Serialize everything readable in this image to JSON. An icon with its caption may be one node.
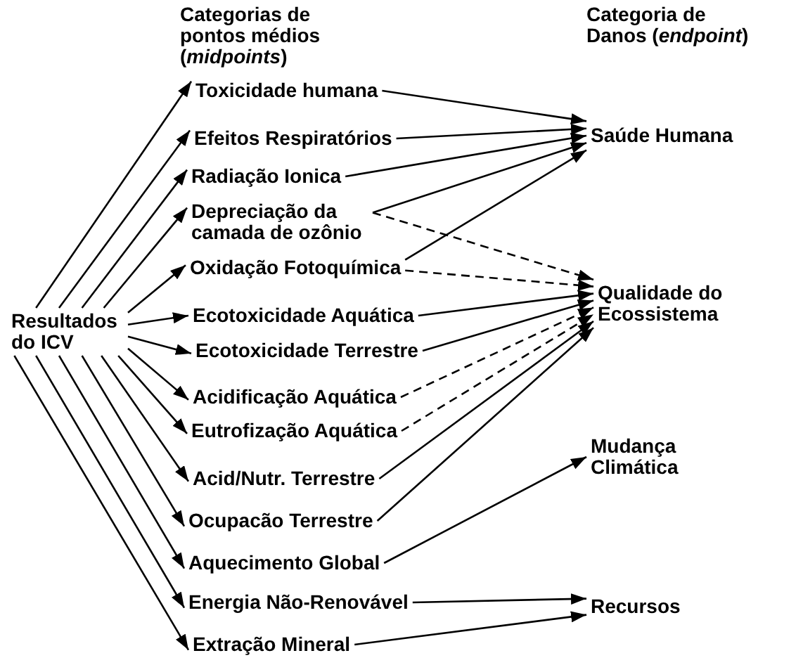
{
  "diagram": {
    "nodes": [
      {
        "text": [
          "Resultados do ICV"
        ]
      },
      {
        "text": [
          "Toxicidade humana"
        ]
      },
      {
        "text": [
          "Efeitos Respiratórios"
        ]
      },
      {
        "text": [
          "Radiação Ionica"
        ]
      },
      {
        "text": [
          "Depreciação da camada de ozônio"
        ]
      },
      {
        "text": [
          "Oxidação Fotoquímica"
        ]
      },
      {
        "text": [
          "Ecotoxicidade Aquática"
        ]
      },
      {
        "text": [
          "Ecotoxicidade Terrestre"
        ]
      },
      {
        "text": [
          "Acidificação Aquática"
        ]
      },
      {
        "text": [
          "Eutrofização Aquática"
        ]
      },
      {
        "text": [
          "Acid/Nutr. Terrestre"
        ]
      },
      {
        "text": [
          "Ocupacão Terrestre"
        ]
      },
      {
        "text": [
          "Aquecimento Global"
        ]
      },
      {
        "text": [
          "Energia Não-Renovável"
        ]
      },
      {
        "text": [
          "Extração Mineral"
        ]
      },
      {
        "text": [
          "Saúde Humana"
        ]
      },
      {
        "text": [
          "Qualidade do Ecossistema"
        ]
      },
      {
        "text": [
          "Mudança Climática"
        ]
      },
      {
        "text": [
          "Recursos"
        ]
      }
    ],
    "edges": [
      {
        "from": 0,
        "to": 1,
        "arrow": "to"
      },
      {
        "from": 0,
        "to": 2,
        "arrow": "to"
      },
      {
        "from": 0,
        "to": 3,
        "arrow": "to"
      },
      {
        "from": 0,
        "to": 4,
        "arrow": "to"
      },
      {
        "from": 0,
        "to": 5,
        "arrow": "to"
      },
      {
        "from": 0,
        "to": 6,
        "arrow": "to"
      },
      {
        "from": 0,
        "to": 7,
        "arrow": "to"
      },
      {
        "from": 0,
        "to": 8,
        "arrow": "to"
      },
      {
        "from": 0,
        "to": 9,
        "arrow": "to"
      },
      {
        "from": 0,
        "to": 10,
        "arrow": "to"
      },
      {
        "from": 0,
        "to": 11,
        "arrow": "to"
      },
      {
        "from": 0,
        "to": 12,
        "arrow": "to"
      },
      {
        "from": 0,
        "to": 13,
        "arrow": "to"
      },
      {
        "from": 0,
        "to": 14,
        "arrow": "to"
      },
      {
        "from": 1,
        "to": 15,
        "arrow": "to"
      },
      {
        "from": 2,
        "to": 15,
        "arrow": "to"
      },
      {
        "from": 3,
        "to": 15,
        "arrow": "to"
      },
      {
        "from": 4,
        "to": 15,
        "arrow": "to"
      },
      {
        "from": 5,
        "to": 15,
        "arrow": "to"
      },
      {
        "from": 4,
        "to": 16,
        "arrow": "to",
        "style": "dashed"
      },
      {
        "from": 5,
        "to": 16,
        "arrow": "to",
        "style": "dashed"
      },
      {
        "from": 6,
        "to": 16,
        "arrow": "to"
      },
      {
        "from": 7,
        "to": 16,
        "arrow": "to"
      },
      {
        "from": 8,
        "to": 16,
        "arrow": "to",
        "style": "dashed"
      },
      {
        "from": 9,
        "to": 16,
        "arrow": "to",
        "style": "dashed"
      },
      {
        "from": 10,
        "to": 16,
        "arrow": "to"
      },
      {
        "from": 11,
        "to": 16,
        "arrow": "to"
      },
      {
        "from": 12,
        "to": 17,
        "arrow": "to"
      },
      {
        "from": 13,
        "to": 18,
        "arrow": "to"
      },
      {
        "from": 14,
        "to": 18,
        "arrow": "to"
      }
    ],
    "labels": [
      "Categorias de pontos médios (*midpoints*)",
      "Categoria de Danos (*endpoint*)"
    ]
  }
}
